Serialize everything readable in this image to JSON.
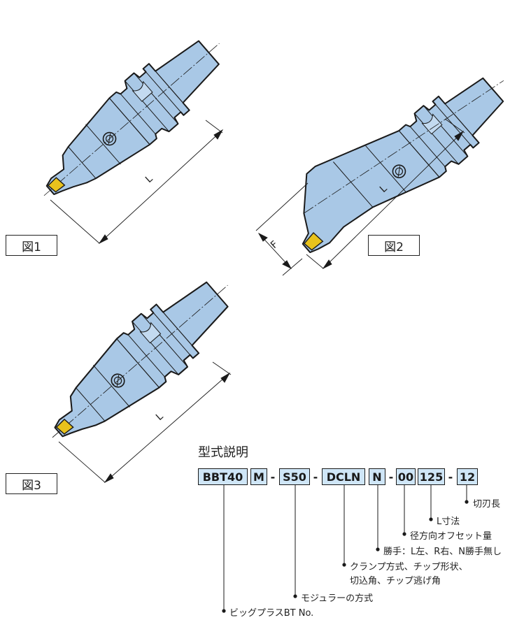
{
  "figures": {
    "fig1_label": "図1",
    "fig2_label": "図2",
    "fig3_label": "図3",
    "dim_L": "L",
    "dim_F": "F"
  },
  "model_code": {
    "title": "型式説明",
    "segments": [
      "BBT40",
      "M",
      "S50",
      "DCLN",
      "N",
      "00",
      "125",
      "12"
    ],
    "separator": "-"
  },
  "descriptions": [
    "切刃長",
    "L寸法",
    "径方向オフセット量",
    "勝手：L左、R右、N勝手無し",
    "クランプ方式、チップ形状、",
    "切込角、チップ逃げ角",
    "モジュラーの方式",
    "ビッグプラスBT No."
  ],
  "colors": {
    "body_fill": "#a9c8e6",
    "outline": "#1a1a1a",
    "insert_fill": "#e8c21c",
    "code_fill": "#cfe6f7"
  }
}
